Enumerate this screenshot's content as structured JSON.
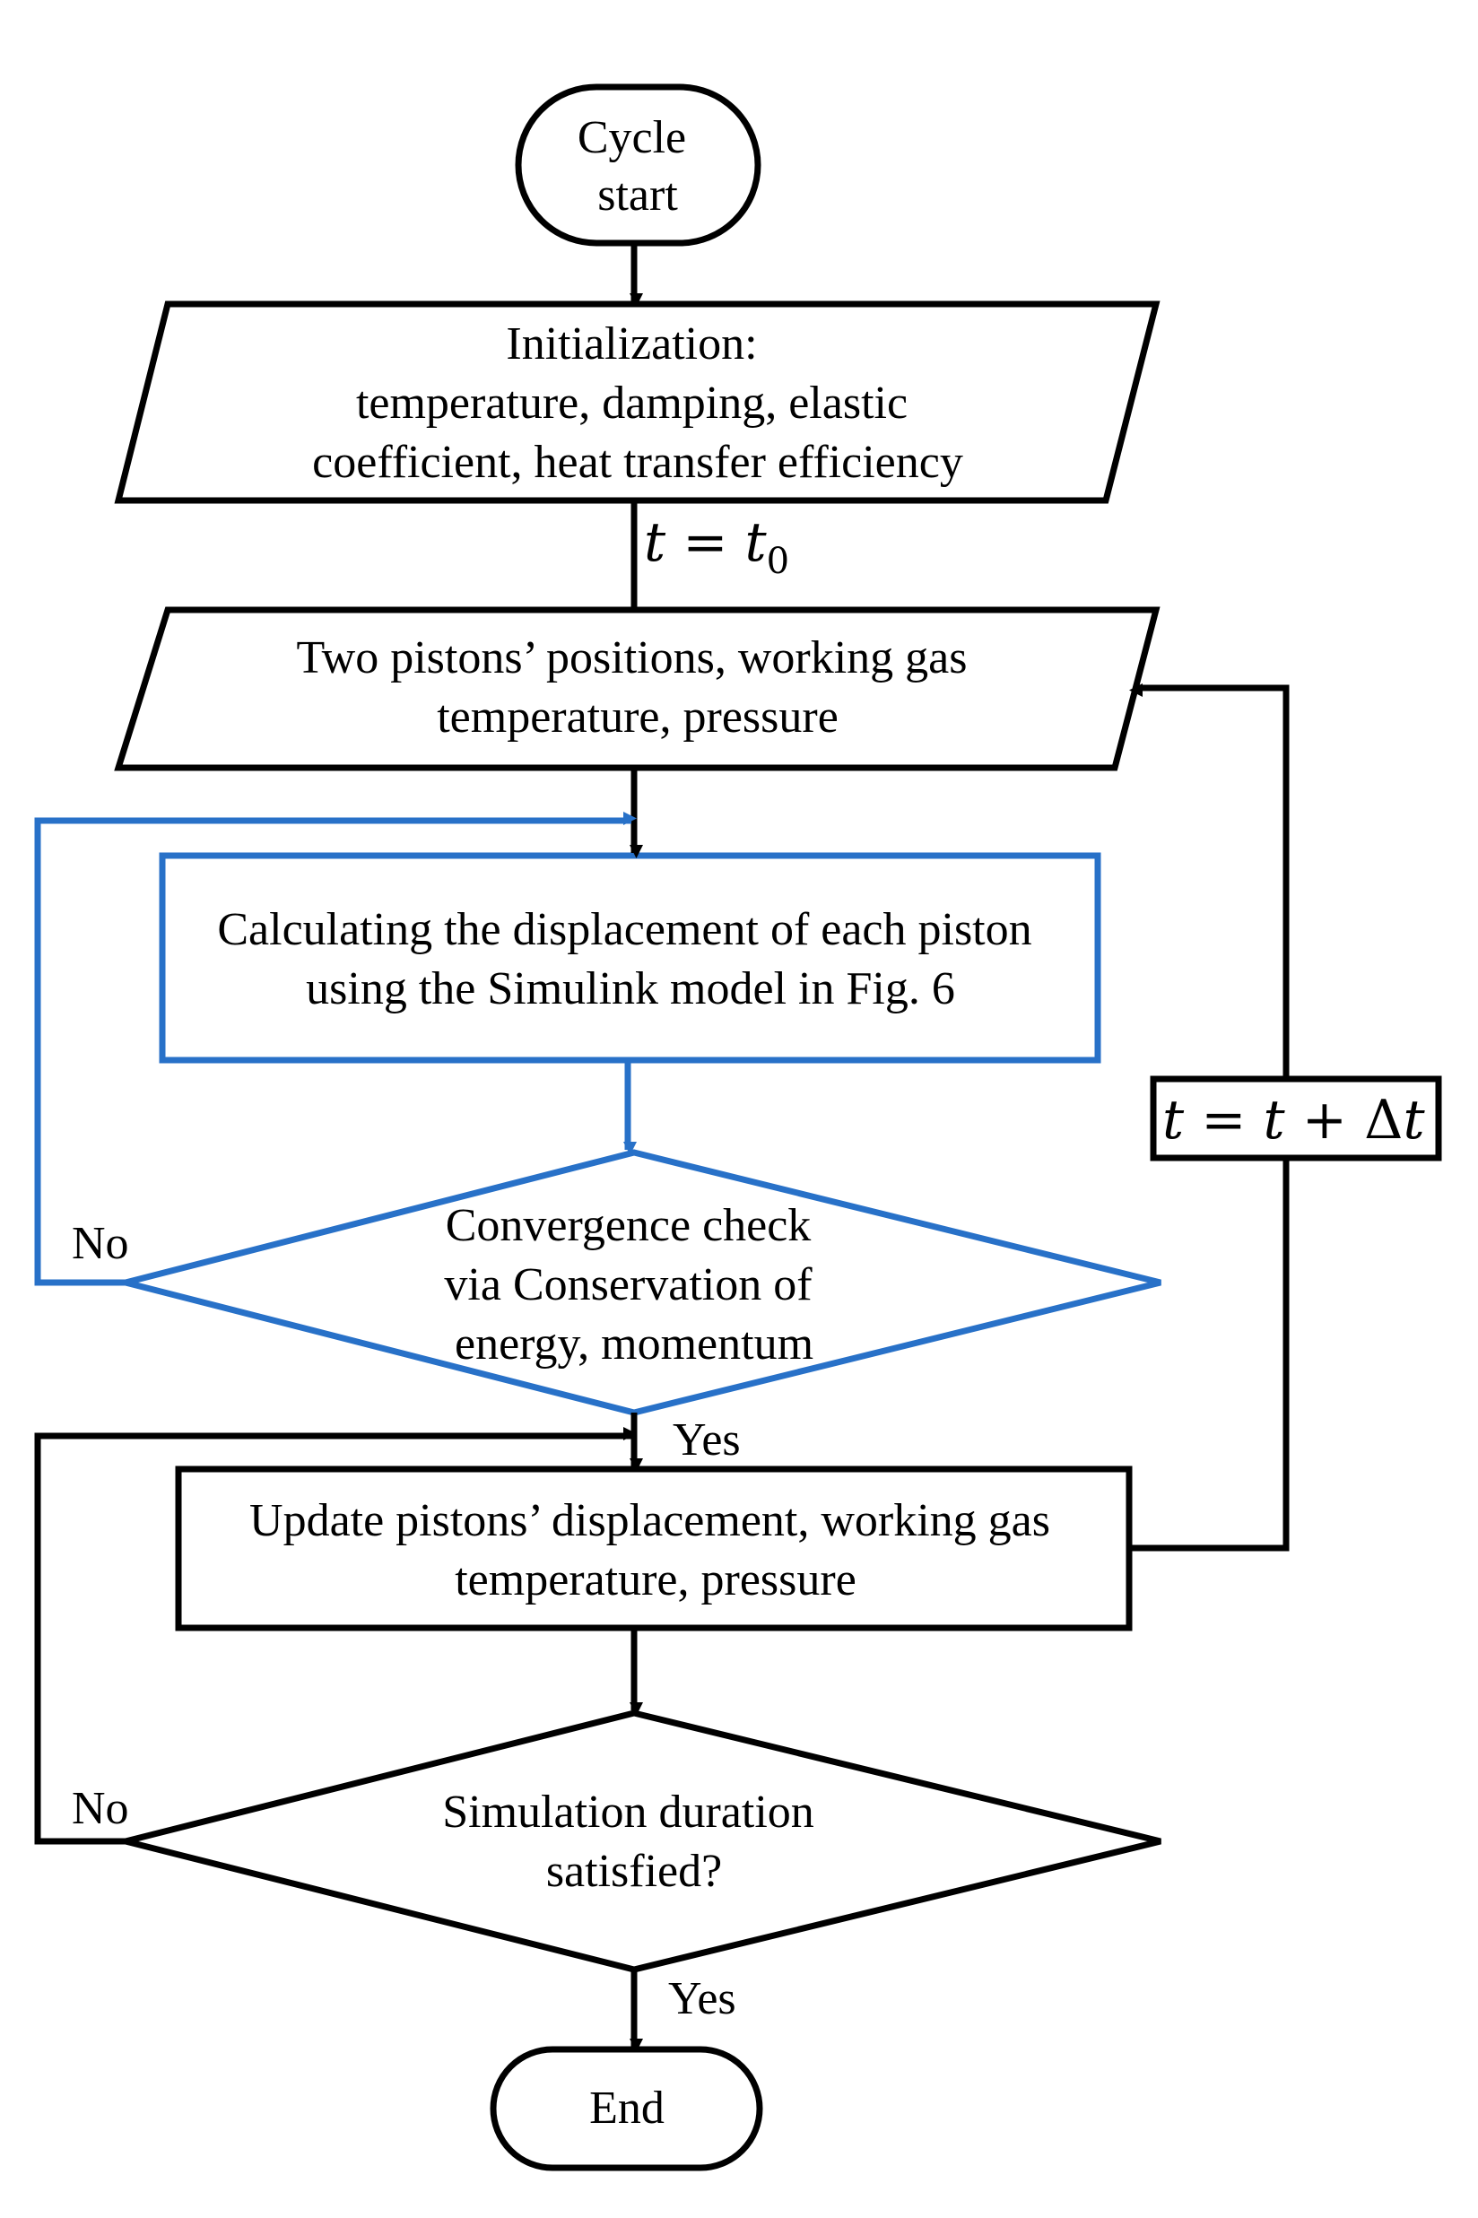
{
  "flowchart": {
    "start": {
      "lines": [
        "Cycle",
        "start"
      ]
    },
    "init": {
      "lines": [
        "Initialization:",
        "temperature, damping, elastic",
        "coefficient, heat transfer efficiency"
      ]
    },
    "init_edge": {
      "var": "t",
      "eq": " = ",
      "sym": "t",
      "sub": "0"
    },
    "state_input": {
      "lines": [
        "Two pistons’ positions, working gas",
        "temperature, pressure"
      ]
    },
    "calc": {
      "lines": [
        "Calculating the displacement of each piston",
        "using the Simulink model in Fig. 6"
      ]
    },
    "convergence": {
      "lines": [
        "Convergence check",
        "via Conservation of",
        "energy, momentum"
      ],
      "no_label": "No",
      "yes_label": "Yes"
    },
    "update": {
      "lines": [
        "Update pistons’ displacement, working gas",
        "temperature, pressure"
      ]
    },
    "time_step": {
      "a": "t",
      "eq": " = ",
      "b": "t",
      "plus": " + ",
      "delta": "Δ",
      "c": "t"
    },
    "duration": {
      "lines": [
        "Simulation duration",
        "satisfied?"
      ],
      "no_label": "No",
      "yes_label": "Yes"
    },
    "end": {
      "label": "End"
    },
    "colors": {
      "primary": "#000000",
      "loop": "#2871c8",
      "background": "#ffffff"
    }
  }
}
